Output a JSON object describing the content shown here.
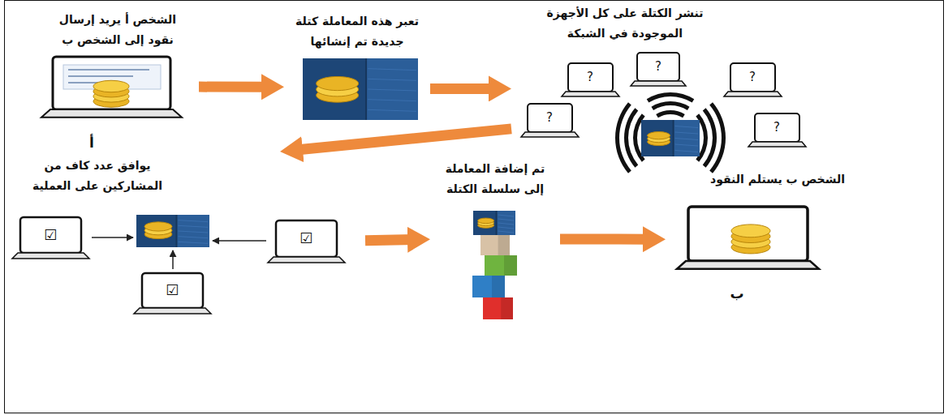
{
  "diagram": {
    "nodes": [
      {
        "text": [
          "الشخص أ يريد إرسال نقود إلى الشخص ب"
        ]
      },
      {
        "text": [
          "تعبر هذه المعاملة كتلة جديدة تم إنشائها"
        ]
      },
      {
        "text": [
          "تنشر الكتلة على كل الأجهزة الموجودة في الشبكة"
        ]
      },
      {
        "text": [
          "يوافق عدد كاف من المشاركين على العملية"
        ]
      },
      {
        "text": [
          "تم إضافة المعاملة إلى سلسلة الكتلة"
        ]
      },
      {
        "text": [
          "الشخص ب يستلم النقود"
        ]
      }
    ],
    "edges": [
      {
        "from": 0,
        "to": 1,
        "arrow": "to"
      },
      {
        "from": 1,
        "to": 2,
        "arrow": "to"
      },
      {
        "from": 2,
        "to": 3,
        "arrow": "to"
      },
      {
        "from": 3,
        "to": 4,
        "arrow": "to"
      },
      {
        "from": 4,
        "to": 5,
        "arrow": "to"
      }
    ],
    "labels": [
      "أ",
      "?",
      "?",
      "?",
      "?",
      "?",
      "☑",
      "☑",
      "☑",
      "ب"
    ]
  }
}
